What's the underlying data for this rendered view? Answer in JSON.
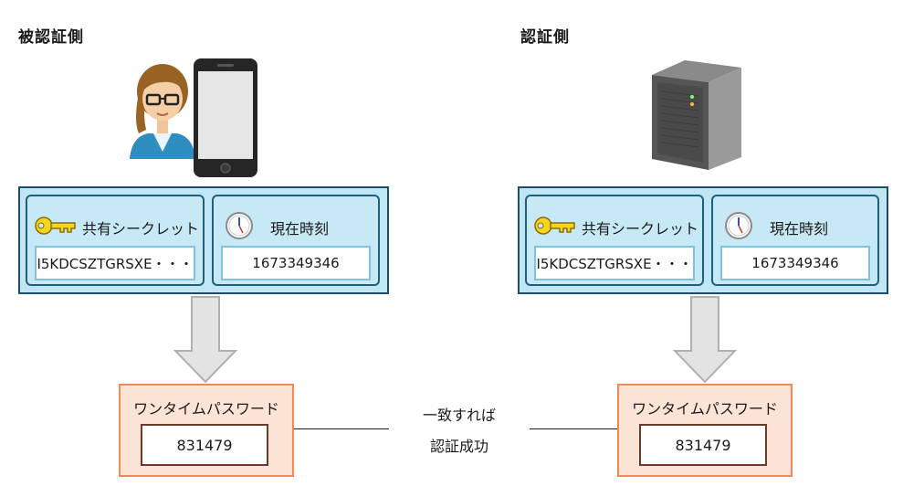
{
  "left": {
    "title": "被認証側",
    "secret_label": "共有シークレット",
    "secret_value": "I5KDCSZTGRSXE・・・",
    "time_label": "現在時刻",
    "time_value": "1673349346",
    "otp_label": "ワンタイムパスワード",
    "otp_value": "831479"
  },
  "right": {
    "title": "認証側",
    "secret_label": "共有シークレット",
    "secret_value": "I5KDCSZTGRSXE・・・",
    "time_label": "現在時刻",
    "time_value": "1673349346",
    "otp_label": "ワンタイムパスワード",
    "otp_value": "831479"
  },
  "match": {
    "line1": "一致すれば",
    "line2": "認証成功"
  },
  "icons": {
    "user": "user-avatar-icon",
    "phone": "smartphone-icon",
    "server": "server-icon",
    "key": "key-icon",
    "clock": "clock-icon"
  }
}
